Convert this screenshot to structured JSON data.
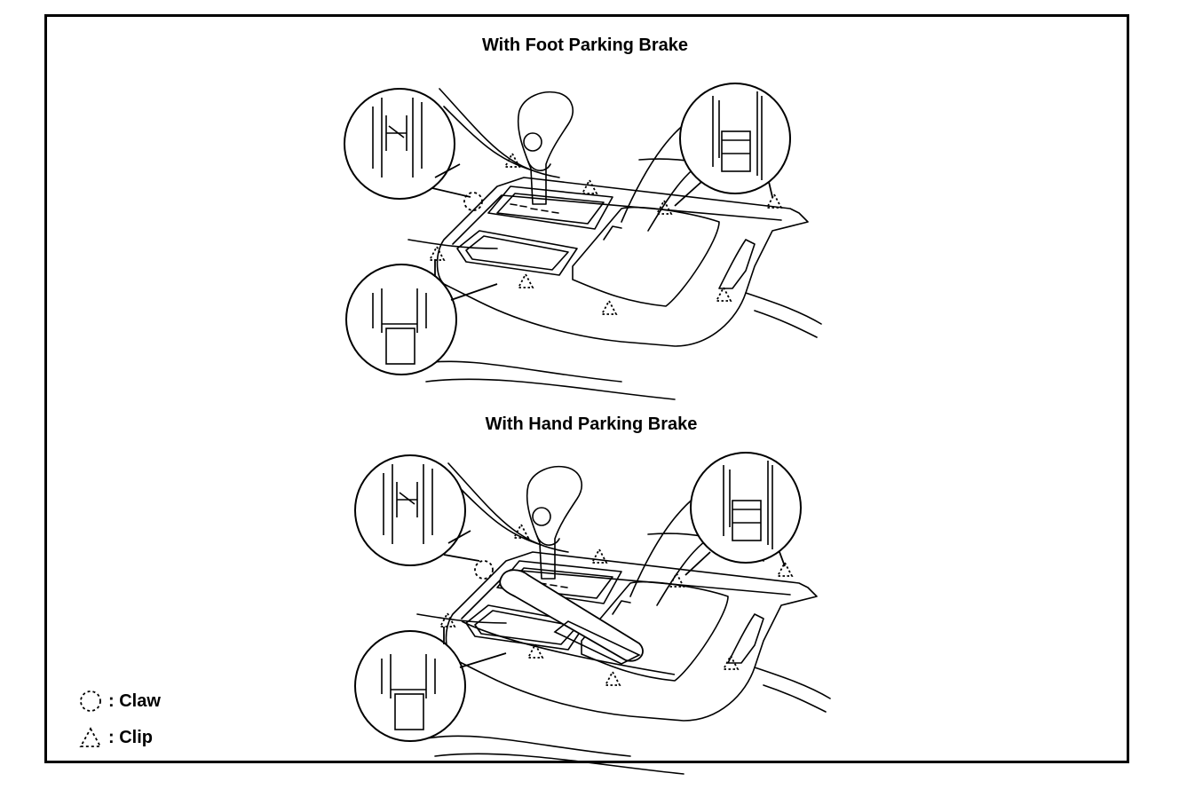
{
  "diagram": {
    "sections": [
      {
        "title": "With Foot Parking Brake"
      },
      {
        "title": "With Hand Parking Brake"
      }
    ],
    "legend": [
      {
        "symbol": "dashed-circle-icon",
        "label": ": Claw"
      },
      {
        "symbol": "dashed-triangle-icon",
        "label": ": Clip"
      }
    ],
    "colors": {
      "line": "#000000",
      "background": "#ffffff"
    }
  }
}
